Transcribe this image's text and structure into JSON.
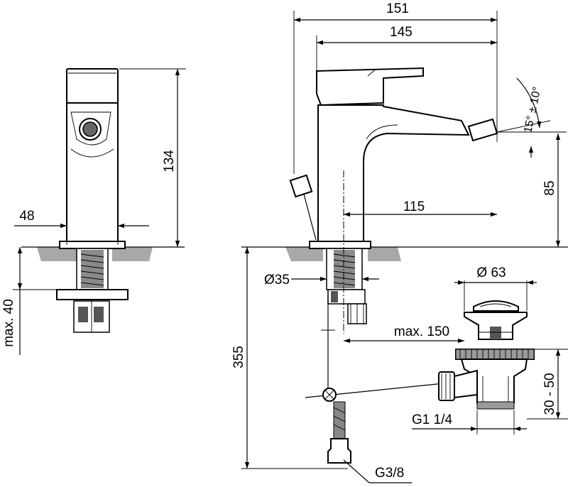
{
  "dimensions": {
    "side_depth": "134",
    "side_width": "48",
    "side_max": "max. 40",
    "overall_length": "151",
    "spout_length": "145",
    "tilt_angle": "15° ± 10°",
    "spout_height": "85",
    "spout_reach": "115",
    "hole_diameter": "Ø35",
    "pipe_max": "max. 150",
    "drain_diameter": "Ø 63",
    "total_height": "355",
    "drain_range": "30 - 50",
    "drain_thread": "G1 1/4",
    "inlet_thread": "G3/8"
  }
}
